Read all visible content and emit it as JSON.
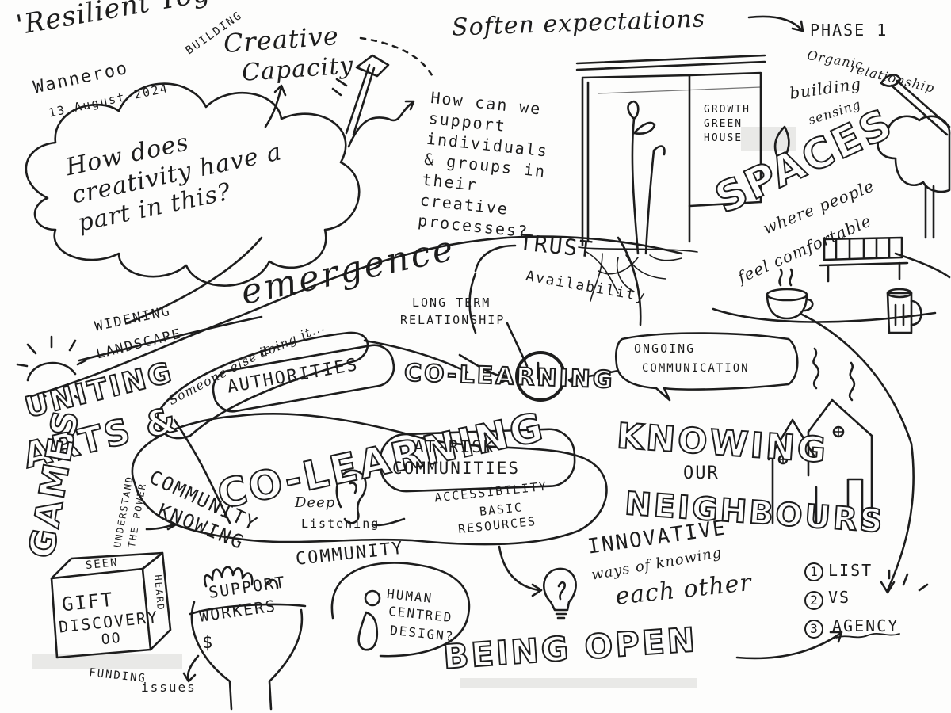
{
  "header": {
    "title": "'Resilient Together'",
    "place": "Wanneroo",
    "date": "13 August 2024"
  },
  "cloud_question": "How does creativity have a part in this?",
  "building": {
    "prefix": "BUILDING",
    "line1": "Creative",
    "line2": "Capacity"
  },
  "support_question": "How can we support individuals & groups in their creative processes?",
  "soften": "Soften expectations",
  "phase": {
    "title": "PHASE 1",
    "lines": [
      "Organic",
      "relationship",
      "building",
      "sensing"
    ]
  },
  "greenhouse": {
    "label": "GROWTH GREEN HOUSE"
  },
  "spaces": {
    "word": "SPACES",
    "sub1": "where people",
    "sub2": "feel comfortable"
  },
  "emergence": "emergence",
  "trust": "TRUST",
  "availability": "Availability",
  "long_term": {
    "line1": "LONG TERM",
    "line2": "RELATIONSHIP"
  },
  "ongoing": {
    "line1": "ONGOING",
    "line2": "COMMUNICATION"
  },
  "widening": "WIDENING",
  "landscape": "LANDSCAPE",
  "uniting": "UNITING",
  "arts": "ARTS &",
  "games": "GAMES",
  "understand": {
    "line1": "UNDERSTAND",
    "line2": "THE POWER"
  },
  "someone_else": {
    "line1": "Someone else is",
    "line2": "doing it..."
  },
  "authorities": "AUTHORITIES",
  "co_learning_top": "CO-LEARNING",
  "co_learning": "CO-LEARNING",
  "at_risk": {
    "line1": "AT-RISK",
    "line2": "COMMUNITIES"
  },
  "accessibility": {
    "line1": "ACCESSIBILITY",
    "line2": "BASIC",
    "line3": "RESOURCES"
  },
  "deep_listening": {
    "line1": "Deep",
    "line2": "Listening"
  },
  "community": {
    "line1": "COMMUNITY",
    "line2": "KNOWING",
    "line3": "COMMUNITY"
  },
  "knowing": {
    "line1": "KNOWING",
    "line2": "OUR",
    "line3": "NEIGHBOURS"
  },
  "innovative": {
    "line1": "INNOVATIVE",
    "line2": "ways of knowing",
    "line3": "each other"
  },
  "steps": {
    "n1": "1",
    "t1": "LIST",
    "n2": "2",
    "t2": "VS",
    "n3": "3",
    "t3": "AGENCY"
  },
  "gift": {
    "seen": "SEEN",
    "heard": "HEARD",
    "line1": "GIFT",
    "line2": "DISCOVERY",
    "eyes": "OO"
  },
  "support_workers": {
    "line1": "SUPPORT",
    "line2": "WORKERS"
  },
  "funding": {
    "line1": "FUNDING",
    "line2": "issues",
    "dollar": "$"
  },
  "human_centred": {
    "line1": "HUMAN",
    "line2": "CENTRED",
    "line3": "DESIGN?"
  },
  "being_open": "BEING OPEN",
  "colors": {
    "ink": "#1d1d1d",
    "paper": "#fdfdfc",
    "shade": "#d9d9d6"
  },
  "icons": [
    "cloud-shape",
    "hammer-icon",
    "greenhouse-icon",
    "seedling-icon",
    "paintbrush-icon",
    "tree-icon",
    "bench-icon",
    "coffee-mug-icon",
    "clock-icon",
    "sun-icon",
    "ear-icon",
    "houses-icon",
    "lightbulb-icon",
    "person-icon",
    "hand-icon",
    "gift-box-icon"
  ]
}
